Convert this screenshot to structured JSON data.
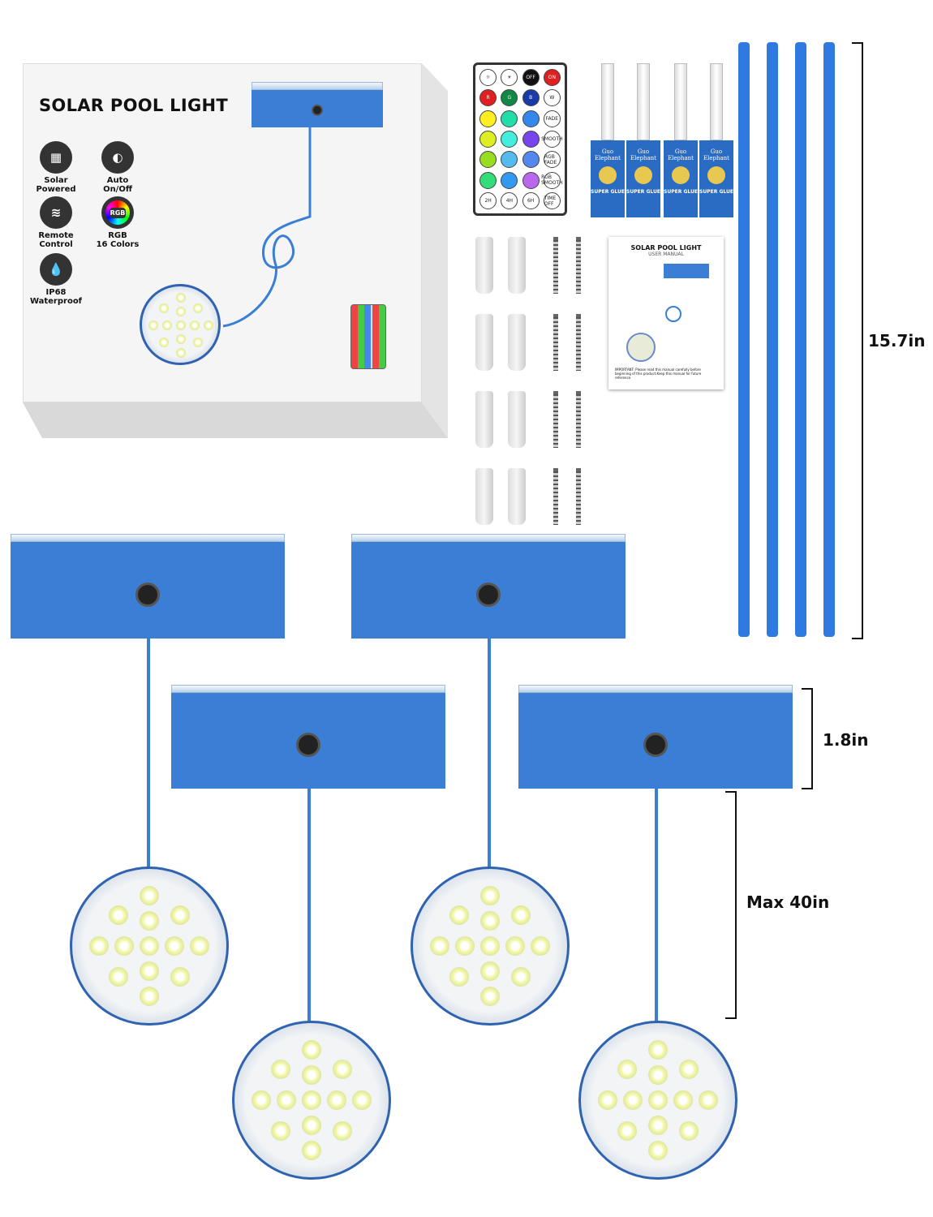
{
  "box": {
    "title": "SOLAR POOL LIGHT",
    "features": [
      {
        "icon": "solar-panel-icon",
        "label1": "Solar",
        "label2": "Powered"
      },
      {
        "icon": "auto-brightness-icon",
        "label1": "Auto",
        "label2": "On/Off"
      },
      {
        "icon": "remote-control-icon",
        "label1": "Remote",
        "label2": "Control"
      },
      {
        "icon": "rgb-icon",
        "label1": "RGB",
        "label2": "16 Colors",
        "badge": "RGB"
      },
      {
        "icon": "water-drop-icon",
        "label1": "IP68",
        "label2": "Waterproof"
      }
    ]
  },
  "remote": {
    "buttons": [
      {
        "t": "☼",
        "c": "#ffffff"
      },
      {
        "t": "☀",
        "c": "#ffffff"
      },
      {
        "t": "OFF",
        "c": "#111111"
      },
      {
        "t": "ON",
        "c": "#e02020"
      },
      {
        "t": "R",
        "c": "#e02020"
      },
      {
        "t": "G",
        "c": "#118844"
      },
      {
        "t": "B",
        "c": "#1a3aa8"
      },
      {
        "t": "W",
        "c": "#ffffff"
      },
      {
        "t": "",
        "c": "#ffee22"
      },
      {
        "t": "",
        "c": "#22ddaa"
      },
      {
        "t": "",
        "c": "#3388ee"
      },
      {
        "t": "FADE",
        "c": "#ffffff"
      },
      {
        "t": "",
        "c": "#ddee22"
      },
      {
        "t": "",
        "c": "#44eedd"
      },
      {
        "t": "",
        "c": "#7744ee"
      },
      {
        "t": "SMOOTH",
        "c": "#ffffff"
      },
      {
        "t": "",
        "c": "#99dd22"
      },
      {
        "t": "",
        "c": "#55bbee"
      },
      {
        "t": "",
        "c": "#5588ee"
      },
      {
        "t": "RGB FADE",
        "c": "#ffffff"
      },
      {
        "t": "",
        "c": "#33dd77"
      },
      {
        "t": "",
        "c": "#3399ee"
      },
      {
        "t": "",
        "c": "#bb66ee"
      },
      {
        "t": "RGB SMOOTH",
        "c": "#ffffff"
      },
      {
        "t": "2H",
        "c": "#ffffff"
      },
      {
        "t": "4H",
        "c": "#ffffff"
      },
      {
        "t": "6H",
        "c": "#ffffff"
      },
      {
        "t": "TIME OFF",
        "c": "#ffffff"
      }
    ]
  },
  "glue": {
    "brand": "Guo Elephant",
    "label": "SUPER GLUE",
    "count": 4
  },
  "manual": {
    "title": "SOLAR POOL LIGHT",
    "subtitle": "USER MANUAL",
    "note": "IMPORTANT: Please read this manual carefully before beginning of this product.Keep this manual for future reference."
  },
  "dimensions": {
    "tie_length": "15.7in",
    "unit_height": "1.8in",
    "cord_length": "Max 40in"
  },
  "colors": {
    "product_blue": "#3a7fd5",
    "tie_blue": "#2f7ae0"
  }
}
